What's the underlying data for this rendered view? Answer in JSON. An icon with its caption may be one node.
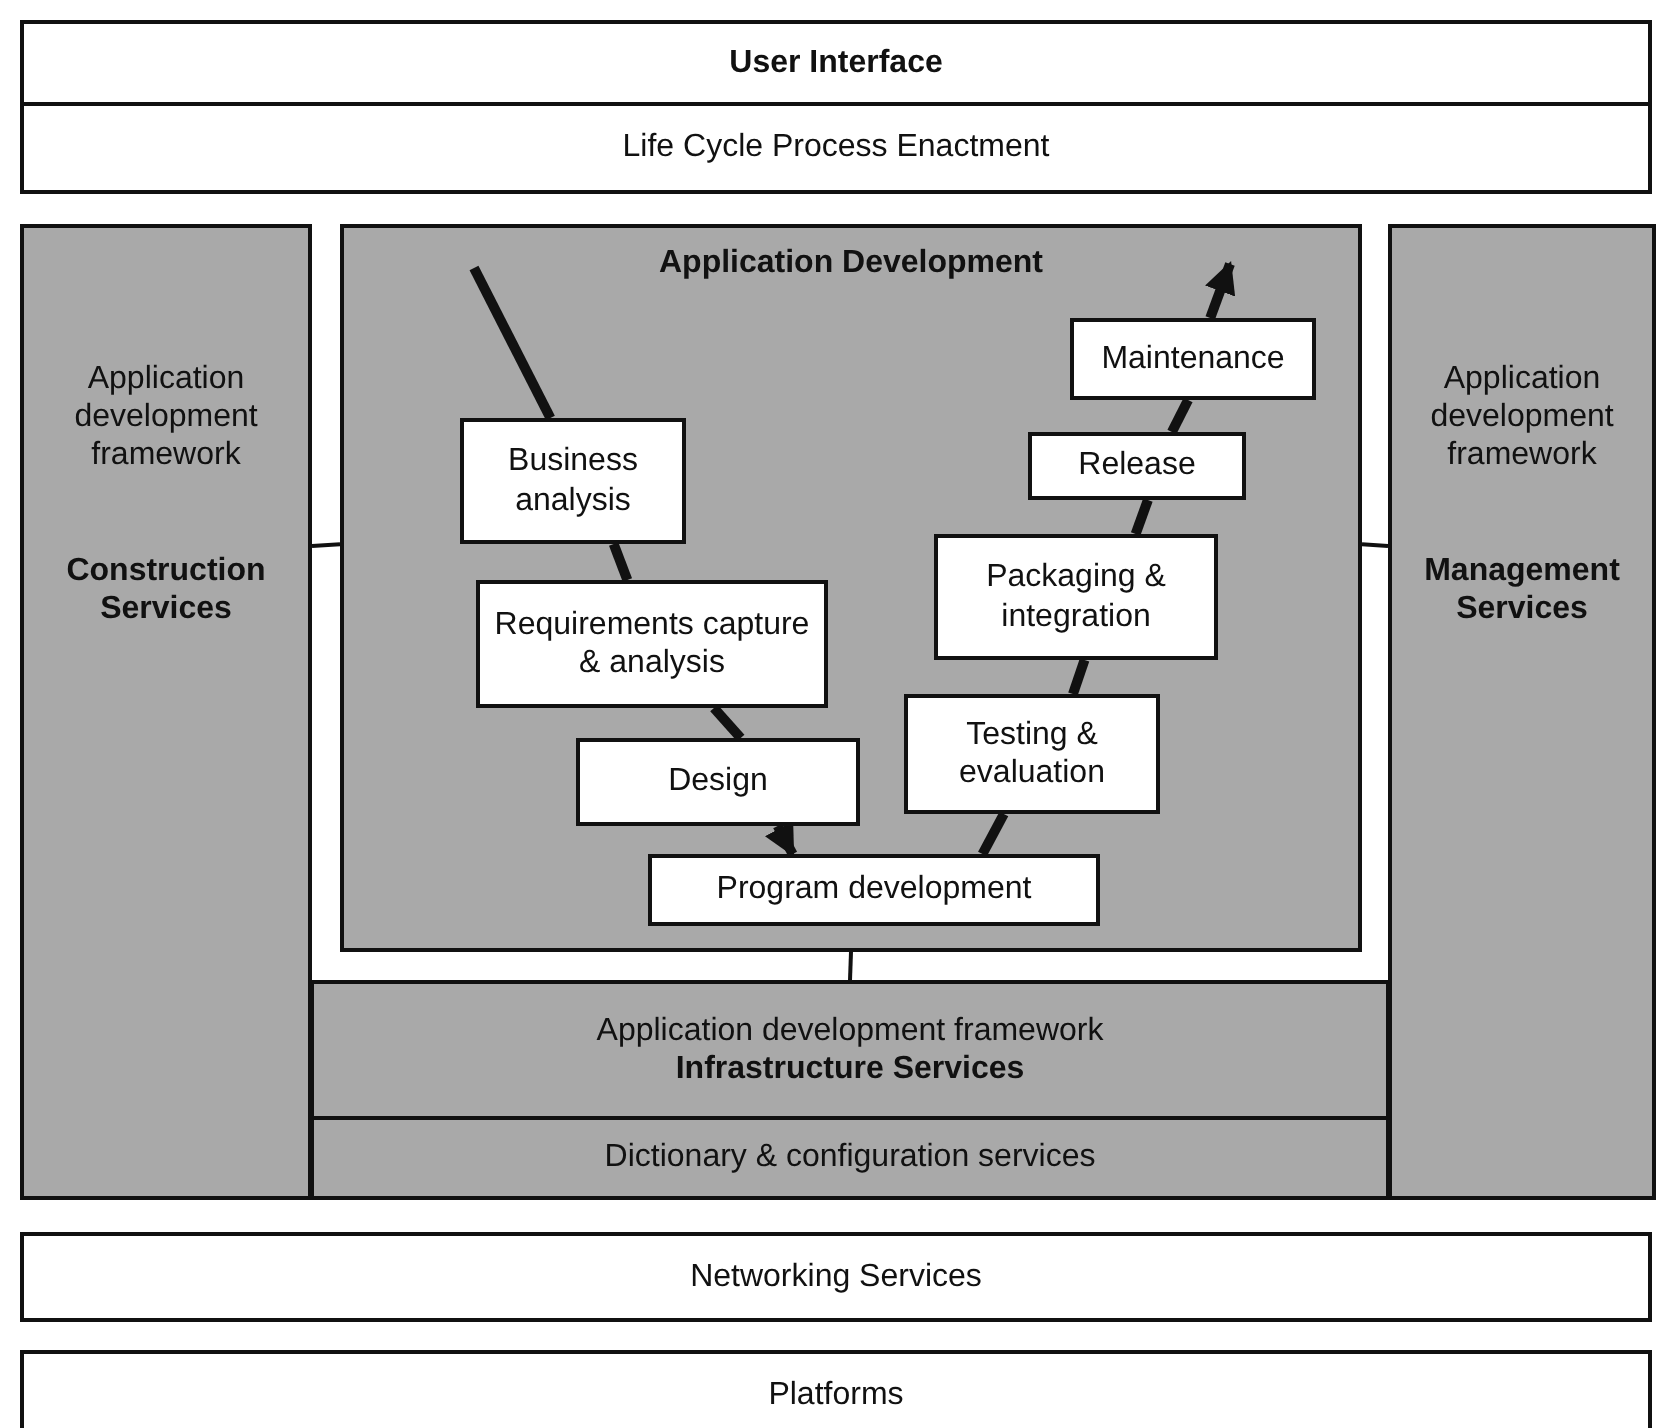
{
  "diagram": {
    "nodes": [
      {
        "text": [
          "User Interface"
        ]
      },
      {
        "text": [
          "Life Cycle Process Enactment"
        ]
      },
      {
        "text": [
          "Application development framework",
          "Construction Services"
        ]
      },
      {
        "text": [
          "Application Development"
        ]
      },
      {
        "text": [
          "Application development framework",
          "Management Services"
        ]
      },
      {
        "text": [
          "Business analysis"
        ],
        "in": 3
      },
      {
        "text": [
          "Requirements capture & analysis"
        ],
        "in": 3
      },
      {
        "text": [
          "Design"
        ],
        "in": 3
      },
      {
        "text": [
          "Program development"
        ],
        "in": 3
      },
      {
        "text": [
          "Testing & evaluation"
        ],
        "in": 3
      },
      {
        "text": [
          "Packaging & integration"
        ],
        "in": 3
      },
      {
        "text": [
          "Release"
        ],
        "in": 3
      },
      {
        "text": [
          "Maintenance"
        ],
        "in": 3
      },
      {
        "text": [
          "Application development framework",
          "Infrastructure Services"
        ]
      },
      {
        "text": [
          "Dictionary & configuration services"
        ]
      },
      {
        "text": [
          "Networking Services"
        ]
      },
      {
        "text": [
          "Platforms"
        ]
      }
    ],
    "edges": [
      {
        "from": null,
        "to": 5,
        "arrow": "none"
      },
      {
        "from": 5,
        "to": 6,
        "arrow": "none"
      },
      {
        "from": 6,
        "to": 7,
        "arrow": "none"
      },
      {
        "from": 7,
        "to": 8,
        "arrow": "to"
      },
      {
        "from": 8,
        "to": 9,
        "arrow": "none"
      },
      {
        "from": 9,
        "to": 10,
        "arrow": "none"
      },
      {
        "from": 10,
        "to": 11,
        "arrow": "none"
      },
      {
        "from": 11,
        "to": 12,
        "arrow": "none"
      },
      {
        "from": 12,
        "to": null,
        "arrow": "to"
      },
      {
        "from": 2,
        "to": 3,
        "arrow": "none"
      },
      {
        "from": 3,
        "to": 4,
        "arrow": "none"
      },
      {
        "from": 3,
        "to": 13,
        "arrow": "none"
      }
    ]
  }
}
